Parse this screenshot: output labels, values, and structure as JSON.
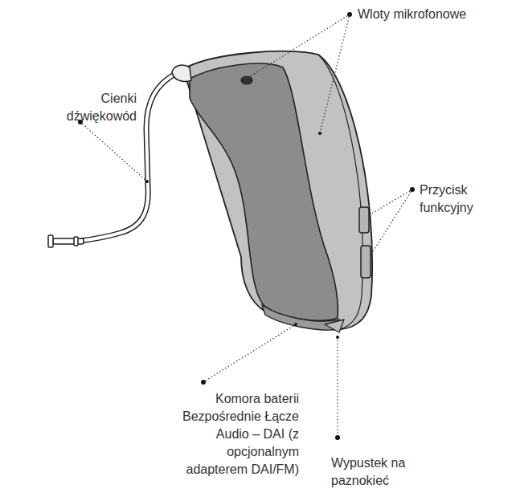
{
  "diagram": {
    "labels": [
      "Wloty mikrofonowe",
      "Cienki dźwiękowód",
      "Przycisk funkcyjny",
      "Komora baterii",
      "Bezpośrednie Łącze Audio – DAI (z opcjonalnym adapterem DAI/FM)",
      "Wypustek na paznokieć"
    ]
  }
}
